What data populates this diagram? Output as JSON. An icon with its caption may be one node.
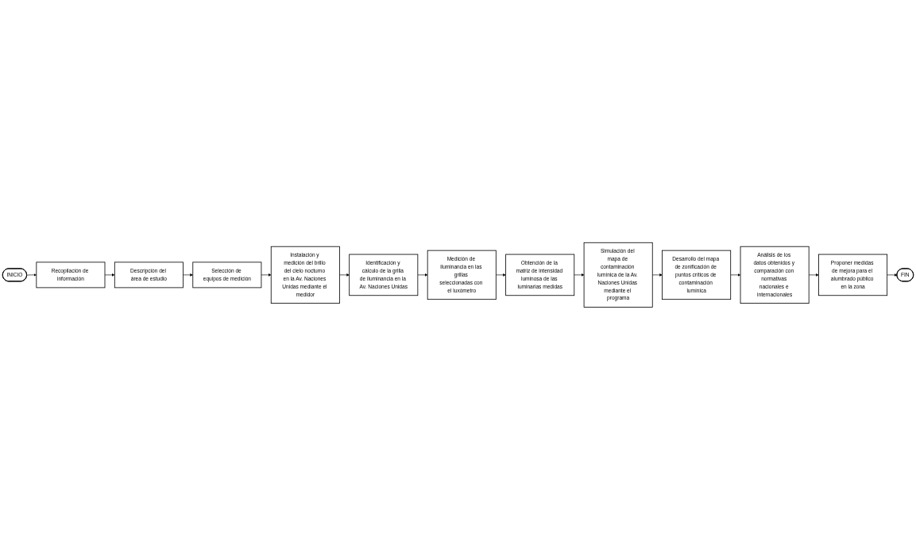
{
  "diagram": {
    "nodes": [
      {
        "text": [
          "INICIO"
        ]
      },
      {
        "text": [
          "Recopilación de información"
        ]
      },
      {
        "text": [
          "Descripción del área de estudio"
        ]
      },
      {
        "text": [
          "Selección de equipos de medición"
        ]
      },
      {
        "text": [
          "Instalación y medición del brillo del cielo nocturno en la Av. Naciones Unidas mediante el medidor"
        ]
      },
      {
        "text": [
          "Identificación y cálculo de la grilla de iluminancia en la Av. Naciones Unidas"
        ]
      },
      {
        "text": [
          "Medición de iluminancia en las grillas seleccionadas con el luxómetro"
        ]
      },
      {
        "text": [
          "Obtención de la matriz de intensidad luminosa de las luminarias medidas"
        ]
      },
      {
        "text": [
          "Simulación del mapa de contaminación lumínica de la Av. Naciones Unidas mediante el programa"
        ]
      },
      {
        "text": [
          "Desarrollo del mapa de zonificación de puntos críticos de contaminación lumínica"
        ]
      },
      {
        "text": [
          "Análisis de los datos obtenidos y comparación con normativas nacionales e internacionales"
        ]
      },
      {
        "text": [
          "Proponer medidas de mejora para el alumbrado público en la zona"
        ]
      },
      {
        "text": [
          "FIN"
        ]
      }
    ],
    "edges": [
      {
        "from": 0,
        "to": 1,
        "arrow": "to"
      },
      {
        "from": 1,
        "to": 2,
        "arrow": "to"
      },
      {
        "from": 2,
        "to": 3,
        "arrow": "to"
      },
      {
        "from": 3,
        "to": 4,
        "arrow": "to"
      },
      {
        "from": 4,
        "to": 5,
        "arrow": "to"
      },
      {
        "from": 5,
        "to": 6,
        "arrow": "to"
      },
      {
        "from": 6,
        "to": 7,
        "arrow": "to"
      },
      {
        "from": 7,
        "to": 8,
        "arrow": "to"
      },
      {
        "from": 8,
        "to": 9,
        "arrow": "to"
      },
      {
        "from": 9,
        "to": 10,
        "arrow": "to"
      },
      {
        "from": 10,
        "to": 11,
        "arrow": "to"
      },
      {
        "from": 11,
        "to": 12,
        "arrow": "to"
      }
    ]
  }
}
